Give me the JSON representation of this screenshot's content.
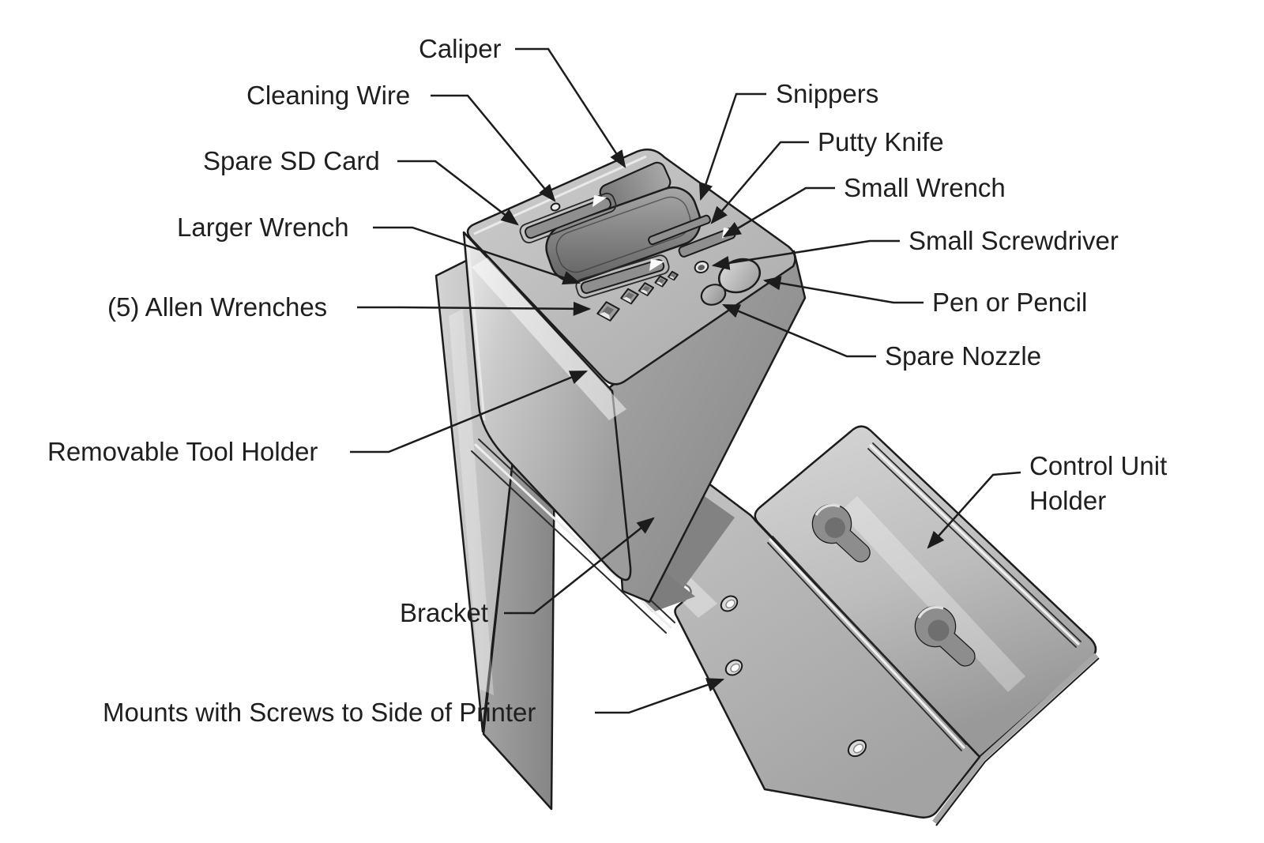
{
  "diagram": {
    "labels": {
      "caliper": "Caliper",
      "cleaning_wire": "Cleaning Wire",
      "spare_sd_card": "Spare SD Card",
      "larger_wrench": "Larger Wrench",
      "allen_wrenches": "(5) Allen Wrenches",
      "removable_tool_holder": "Removable Tool Holder",
      "bracket": "Bracket",
      "mounts": "Mounts with Screws to Side of Printer",
      "snippers": "Snippers",
      "putty_knife": "Putty Knife",
      "small_wrench": "Small Wrench",
      "small_screwdriver": "Small Screwdriver",
      "pen_or_pencil": "Pen or Pencil",
      "spare_nozzle": "Spare Nozzle",
      "control_unit_holder": "Control Unit Holder"
    },
    "colors": {
      "background": "#ffffff",
      "line": "#1c1c1c",
      "text": "#1f1f1f",
      "metal_light": "#d6d6d6",
      "metal_mid": "#b4b4b4",
      "metal_dark": "#8a8a8a"
    }
  }
}
